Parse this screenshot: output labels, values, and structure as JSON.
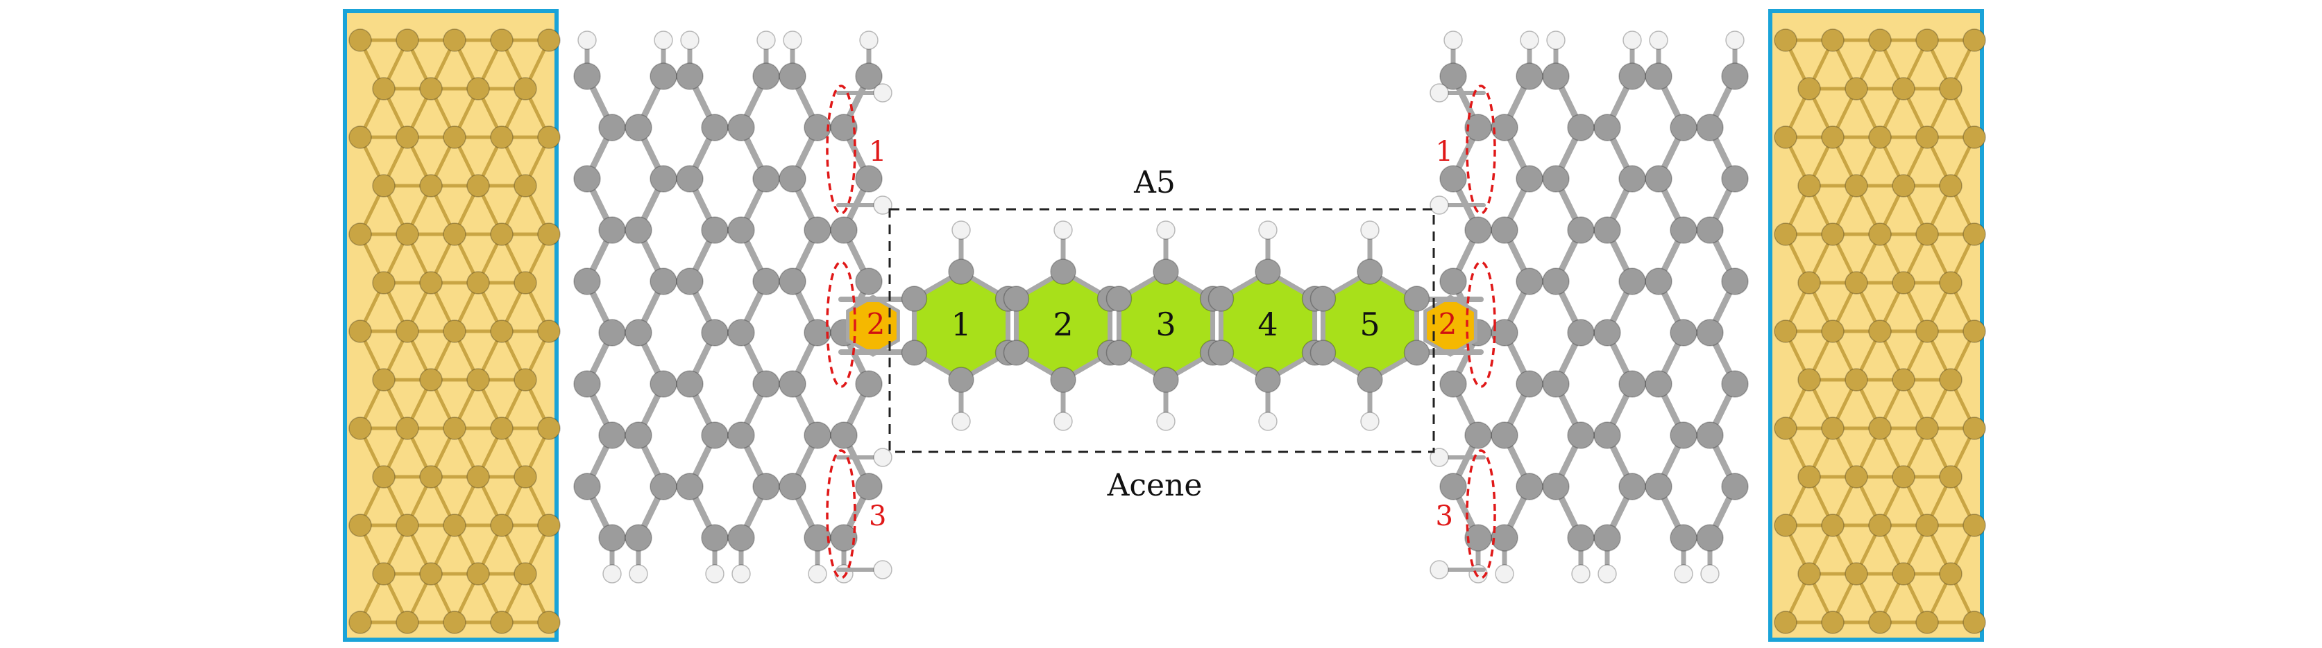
{
  "diagram": {
    "box_label_top": "A5",
    "box_label_bottom": "Acene",
    "ring_labels": [
      "1",
      "2",
      "3",
      "4",
      "5"
    ],
    "junction_label": "2",
    "left_site_labels": [
      "1",
      "3"
    ],
    "right_site_labels": [
      "1",
      "3"
    ]
  },
  "colors": {
    "carbon": "#9c9c9c",
    "hydrogen": "#f2f2f2",
    "bond": "#a8a8a8",
    "electrode_fill": "#f9dc88",
    "electrode_atom": "#c9a544",
    "electrode_border": "#1aa3d8",
    "acene_ring": "#a8e01a",
    "junction_ring": "#f5b800",
    "highlight": "#e01818",
    "dashed_box": "#222222"
  }
}
